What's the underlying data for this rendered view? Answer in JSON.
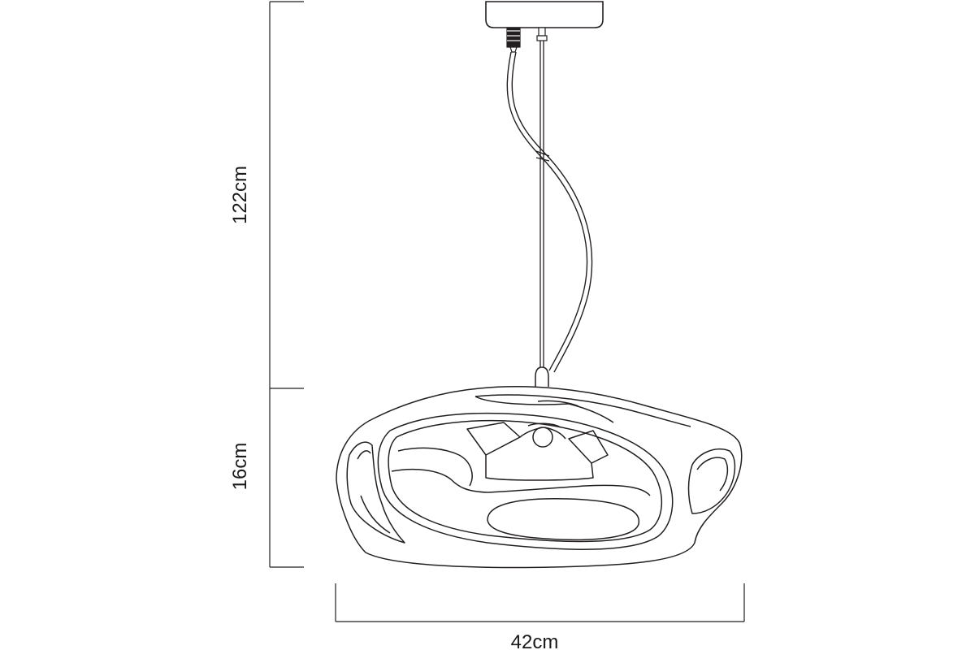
{
  "dimensions": {
    "cable_length": "122cm",
    "shade_height": "16cm",
    "shade_width": "42cm"
  },
  "colors": {
    "line": "#231f20",
    "background": "#ffffff"
  }
}
